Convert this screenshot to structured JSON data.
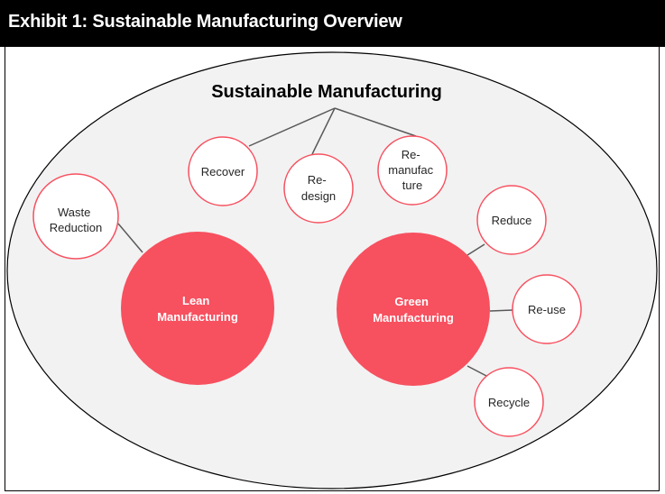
{
  "header": {
    "title": "Exhibit 1: Sustainable Manufacturing Overview"
  },
  "diagram": {
    "title": "Sustainable Manufacturing",
    "top_nodes": [
      {
        "lines": [
          "Recover"
        ]
      },
      {
        "lines": [
          "Re-",
          "design"
        ]
      },
      {
        "lines": [
          "Re-",
          "manufac",
          "ture"
        ]
      }
    ],
    "lean": {
      "lines": [
        "Lean",
        "Manufacturing"
      ],
      "satellites": [
        {
          "lines": [
            "Waste",
            "Reduction"
          ]
        }
      ]
    },
    "green": {
      "lines": [
        "Green",
        "Manufacturing"
      ],
      "satellites": [
        {
          "lines": [
            "Reduce"
          ]
        },
        {
          "lines": [
            "Re-use"
          ]
        },
        {
          "lines": [
            "Recycle"
          ]
        }
      ]
    },
    "colors": {
      "ellipse_fill": "#f2f2f2",
      "ellipse_stroke": "#000000",
      "accent": "#f7505f",
      "connector": "#595959"
    }
  }
}
